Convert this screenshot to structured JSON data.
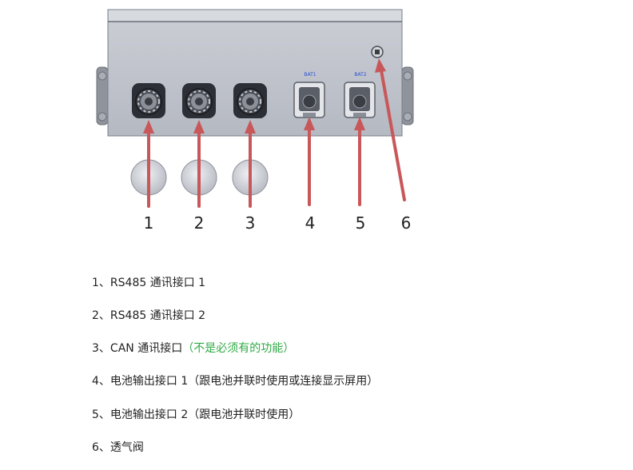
{
  "diagram": {
    "port_labels": {
      "bat1": "BAT1",
      "bat2": "BAT2"
    },
    "callout_numbers": [
      "1",
      "2",
      "3",
      "4",
      "5",
      "6"
    ],
    "arrow_color": "#c8575a"
  },
  "legend": {
    "items": [
      {
        "prefix": "1、",
        "text": "RS485 通讯接口 1",
        "note": ""
      },
      {
        "prefix": "2、",
        "text": "RS485 通讯接口 2",
        "note": ""
      },
      {
        "prefix": "3、",
        "text": "CAN 通讯接口",
        "note": "（不是必须有的功能）"
      },
      {
        "prefix": "4、",
        "text": "电池输出接口 1（跟电池并联时使用或连接显示屏用）",
        "note": ""
      },
      {
        "prefix": "5、",
        "text": "电池输出接口 2（跟电池并联时使用）",
        "note": ""
      },
      {
        "prefix": "6、",
        "text": "透气阀",
        "note": ""
      }
    ],
    "note_color": "#2eaa44"
  }
}
